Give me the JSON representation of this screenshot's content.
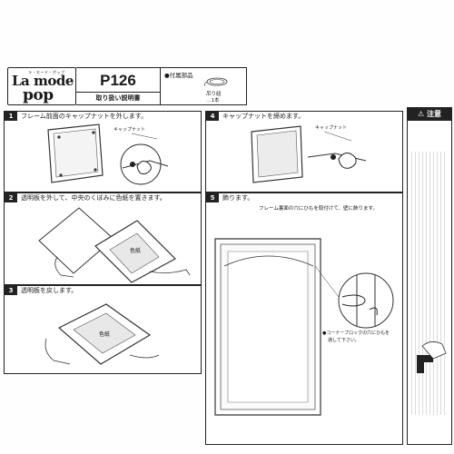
{
  "header": {
    "brand_small": "ラ・モード・ポップ",
    "brand_line1": "La mode",
    "brand_line2": "pop",
    "product_code": "P126",
    "doc_title": "取り扱い説明書",
    "parts_label": "●付属部品",
    "parts_item": "吊り紐",
    "parts_qty": "…1本"
  },
  "steps": [
    {
      "num": "1",
      "text": "フレーム前面のキャップナットを外します。",
      "label": "キャップナット"
    },
    {
      "num": "2",
      "text": "透明板を外して、中央のくぼみに色紙を置きます。",
      "label": "色紙"
    },
    {
      "num": "3",
      "text": "透明板を戻します。",
      "label": "色紙"
    },
    {
      "num": "4",
      "text": "キャップナットを締めます。",
      "label": "キャップナット"
    },
    {
      "num": "5",
      "text": "飾ります。",
      "subtext": "フレーム裏面の穴にひもを取付けて、壁に飾ります。",
      "note_line1": "●コーナーブロックの穴にひもを",
      "note_line2": "通して下さい。"
    }
  ],
  "caution": {
    "title": "注意",
    "icon": "warning-triangle-icon"
  }
}
